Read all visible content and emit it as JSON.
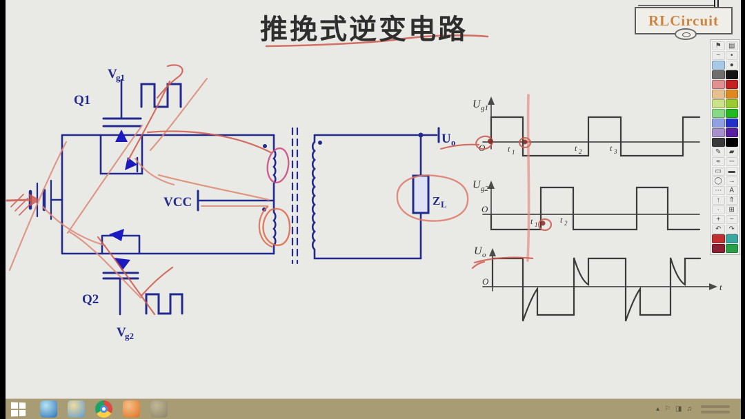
{
  "title": {
    "text": "推挽式逆变电路"
  },
  "logo": {
    "text": "RLCircuit"
  },
  "circuit": {
    "q1": "Q1",
    "q2": "Q2",
    "vg1": {
      "sym": "V",
      "sub": "g1"
    },
    "vg2": {
      "sym": "V",
      "sub": "g2"
    },
    "vcc": "VCC",
    "uo": {
      "sym": "U",
      "sub": "o"
    },
    "zl": {
      "sym": "Z",
      "sub": "L"
    },
    "wire_color": "#232a8e",
    "annotation_color": "#cf5a4e"
  },
  "waveforms": {
    "plots": [
      {
        "sym": "U",
        "sub": "g1",
        "origin": "O",
        "ticks": [
          {
            "sym": "t",
            "sub": "1"
          },
          {
            "sym": "t",
            "sub": "2"
          },
          {
            "sym": "t",
            "sub": "3"
          }
        ]
      },
      {
        "sym": "U",
        "sub": "g2",
        "origin": "O",
        "ticks": [
          {
            "sym": "t",
            "sub": "1"
          },
          {
            "sym": "t",
            "sub": "2"
          }
        ]
      },
      {
        "sym": "U",
        "sub": "o",
        "origin": "O",
        "taxis": "t"
      }
    ]
  },
  "chart_data": {
    "type": "line",
    "title": "推挽式逆变电路 gate and output waveforms",
    "xlabel": "t",
    "x_ticks": [
      "t1",
      "t2",
      "t3"
    ],
    "legend_position": "left-axis-labels",
    "grid": false,
    "series": [
      {
        "name": "Ug1",
        "points": [
          [
            0,
            1
          ],
          [
            1,
            1
          ],
          [
            1,
            -0.5
          ],
          [
            3,
            -0.5
          ],
          [
            3,
            1
          ],
          [
            4,
            1
          ],
          [
            4,
            -0.5
          ],
          [
            6,
            -0.5
          ],
          [
            6,
            1
          ],
          [
            6.5,
            1
          ]
        ]
      },
      {
        "name": "Ug2",
        "points": [
          [
            0,
            -0.5
          ],
          [
            1.5,
            -0.5
          ],
          [
            1.5,
            1
          ],
          [
            2.5,
            1
          ],
          [
            2.5,
            -0.5
          ],
          [
            4.5,
            -0.5
          ],
          [
            4.5,
            1
          ],
          [
            5.5,
            1
          ],
          [
            5.5,
            -0.5
          ],
          [
            6.5,
            -0.5
          ]
        ]
      },
      {
        "name": "Uo",
        "description": "quasi-square output with exponential commutation spikes at switching instants",
        "points": [
          [
            0,
            1
          ],
          [
            1,
            1
          ],
          [
            1,
            -1.6
          ],
          [
            1.5,
            -0.1
          ],
          [
            1.5,
            -1
          ],
          [
            2.5,
            -1
          ],
          [
            2.5,
            1.05
          ],
          [
            3,
            0.05
          ],
          [
            3,
            1
          ],
          [
            4,
            1
          ],
          [
            4,
            -1.6
          ],
          [
            4.5,
            -0.1
          ],
          [
            4.5,
            -1
          ],
          [
            5.5,
            -1
          ],
          [
            5.5,
            1.05
          ],
          [
            6,
            0.05
          ],
          [
            6,
            1
          ],
          [
            6.5,
            1
          ]
        ]
      }
    ]
  },
  "toolbar": {
    "items": [
      {
        "name": "tool-pointer",
        "kind": "icon",
        "v": "⚑"
      },
      {
        "name": "tool-image",
        "kind": "icon",
        "v": "▤"
      },
      {
        "name": "tool-stroke-preview",
        "kind": "icon",
        "v": "~"
      },
      {
        "name": "tool-dot",
        "kind": "icon",
        "v": "•"
      },
      {
        "name": "swatch-lightblue",
        "kind": "swatch",
        "v": "#a8c8e8"
      },
      {
        "name": "tool-eraser-dot",
        "kind": "icon",
        "v": "●"
      },
      {
        "name": "swatch-grey",
        "kind": "swatch",
        "v": "#6e6e6e"
      },
      {
        "name": "swatch-black-dot",
        "kind": "swatch",
        "v": "#141414"
      },
      {
        "name": "swatch-pink",
        "kind": "swatch",
        "v": "#e09090"
      },
      {
        "name": "swatch-red",
        "kind": "swatch",
        "v": "#c42222"
      },
      {
        "name": "swatch-light-orange",
        "kind": "swatch",
        "v": "#e8c090"
      },
      {
        "name": "swatch-orange",
        "kind": "swatch",
        "v": "#e08820"
      },
      {
        "name": "swatch-light-yellowgreen",
        "kind": "swatch",
        "v": "#cce288"
      },
      {
        "name": "swatch-yellowgreen",
        "kind": "swatch",
        "v": "#99cc33"
      },
      {
        "name": "swatch-light-green",
        "kind": "swatch",
        "v": "#88d888"
      },
      {
        "name": "swatch-green",
        "kind": "swatch",
        "v": "#22b822"
      },
      {
        "name": "swatch-light-blue2",
        "kind": "swatch",
        "v": "#90a0e0"
      },
      {
        "name": "swatch-blue",
        "kind": "swatch",
        "v": "#2230c8"
      },
      {
        "name": "swatch-lavender",
        "kind": "swatch",
        "v": "#a890cc"
      },
      {
        "name": "swatch-purple",
        "kind": "swatch",
        "v": "#5820a0"
      },
      {
        "name": "swatch-dark",
        "kind": "swatch",
        "v": "#3a3a3a"
      },
      {
        "name": "swatch-black",
        "kind": "swatch",
        "v": "#000000"
      },
      {
        "name": "tool-pen",
        "kind": "icon",
        "v": "✎"
      },
      {
        "name": "tool-highlighter",
        "kind": "icon",
        "v": "▰"
      },
      {
        "name": "tool-wave",
        "kind": "icon",
        "v": "≈"
      },
      {
        "name": "tool-line",
        "kind": "icon",
        "v": "─"
      },
      {
        "name": "tool-rect",
        "kind": "icon",
        "v": "▭"
      },
      {
        "name": "tool-filled-rect",
        "kind": "icon",
        "v": "▬"
      },
      {
        "name": "tool-ellipse",
        "kind": "icon",
        "v": "◯"
      },
      {
        "name": "tool-arrow",
        "kind": "icon",
        "v": "→"
      },
      {
        "name": "tool-dots",
        "kind": "icon",
        "v": "⋯"
      },
      {
        "name": "tool-text",
        "kind": "icon",
        "v": "A"
      },
      {
        "name": "tool-arrow-up",
        "kind": "icon",
        "v": "↑"
      },
      {
        "name": "tool-arrow-up-double",
        "kind": "icon",
        "v": "⇑"
      },
      {
        "name": "tool-point",
        "kind": "icon",
        "v": "∙"
      },
      {
        "name": "tool-grid",
        "kind": "icon",
        "v": "⊞"
      },
      {
        "name": "tool-zoom-in",
        "kind": "icon",
        "v": "+"
      },
      {
        "name": "tool-zoom-out",
        "kind": "icon",
        "v": "−"
      },
      {
        "name": "tool-undo",
        "kind": "icon",
        "v": "↶"
      },
      {
        "name": "tool-redo",
        "kind": "icon",
        "v": "↷"
      },
      {
        "name": "tool-marker-red",
        "kind": "swatch",
        "v": "#c03030"
      },
      {
        "name": "tool-marker-teal",
        "kind": "swatch",
        "v": "#3aa8a0"
      },
      {
        "name": "tool-marker-darkred",
        "kind": "swatch",
        "v": "#8a2030"
      },
      {
        "name": "tool-marker-green",
        "kind": "swatch",
        "v": "#28a048"
      }
    ]
  },
  "taskbar": {
    "apps": [
      {
        "name": "app-browser",
        "c1": "#b8e4f0",
        "c2": "#2a6fb8"
      },
      {
        "name": "app-photos",
        "c1": "#f0dca0",
        "c2": "#5a9ad0"
      },
      {
        "name": "app-chrome",
        "c1": "#dd4b3e",
        "c2": "#ffce44",
        "c3": "#1da462"
      },
      {
        "name": "app-orange",
        "c1": "#f6c088",
        "c2": "#dd7020"
      },
      {
        "name": "app-grey",
        "c1": "#c2b898",
        "c2": "#8a8268"
      }
    ],
    "tray_glyphs": [
      "▴",
      "⚐",
      "◨",
      "♫"
    ]
  }
}
